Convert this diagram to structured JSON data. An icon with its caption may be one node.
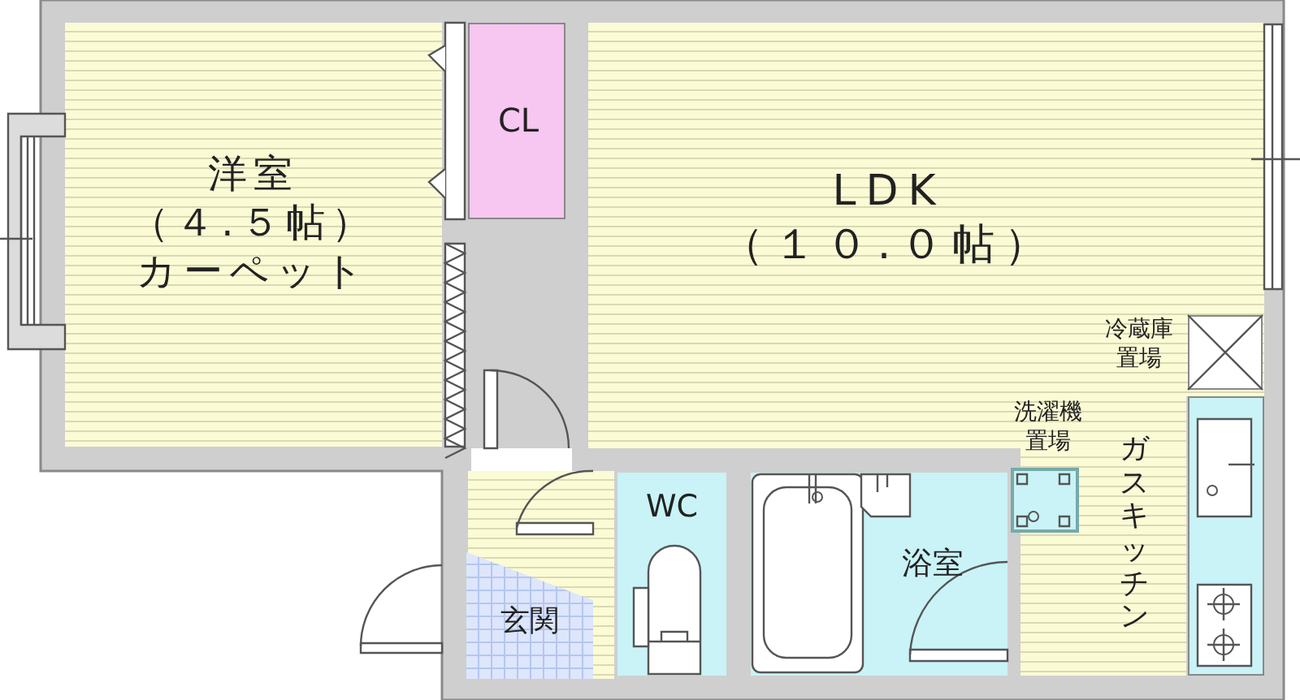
{
  "diagram": {
    "nodes": [
      {
        "text": [
          "洋室",
          "（４.５帖）",
          "カーペット"
        ]
      },
      {
        "text": [
          "CL"
        ]
      },
      {
        "text": [
          "LDK",
          "（１０.０帖）"
        ]
      },
      {
        "text": [
          "WC"
        ]
      },
      {
        "text": [
          "浴室"
        ]
      },
      {
        "text": [
          "玄関"
        ]
      },
      {
        "text": [
          "冷蔵庫置場"
        ],
        "in": 2
      },
      {
        "text": [
          "洗濯機置場"
        ]
      },
      {
        "text": [
          "ガスキッチン"
        ]
      }
    ]
  }
}
